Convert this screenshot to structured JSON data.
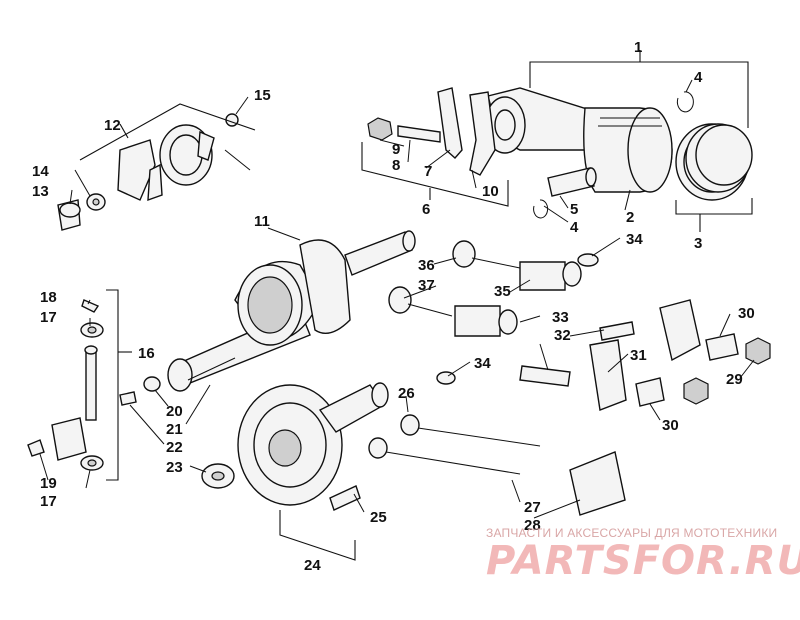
{
  "callouts": [
    {
      "id": "c1",
      "text": "1"
    },
    {
      "id": "c2",
      "text": "2"
    },
    {
      "id": "c3",
      "text": "3"
    },
    {
      "id": "c4a",
      "text": "4"
    },
    {
      "id": "c4b",
      "text": "4"
    },
    {
      "id": "c5",
      "text": "5"
    },
    {
      "id": "c6",
      "text": "6"
    },
    {
      "id": "c7",
      "text": "7"
    },
    {
      "id": "c8",
      "text": "8"
    },
    {
      "id": "c9",
      "text": "9"
    },
    {
      "id": "c10",
      "text": "10"
    },
    {
      "id": "c11",
      "text": "11"
    },
    {
      "id": "c12",
      "text": "12"
    },
    {
      "id": "c13",
      "text": "13"
    },
    {
      "id": "c14",
      "text": "14"
    },
    {
      "id": "c15",
      "text": "15"
    },
    {
      "id": "c16",
      "text": "16"
    },
    {
      "id": "c17a",
      "text": "17"
    },
    {
      "id": "c17b",
      "text": "17"
    },
    {
      "id": "c18",
      "text": "18"
    },
    {
      "id": "c19",
      "text": "19"
    },
    {
      "id": "c20",
      "text": "20"
    },
    {
      "id": "c21",
      "text": "21"
    },
    {
      "id": "c22",
      "text": "22"
    },
    {
      "id": "c23",
      "text": "23"
    },
    {
      "id": "c24",
      "text": "24"
    },
    {
      "id": "c25",
      "text": "25"
    },
    {
      "id": "c26",
      "text": "26"
    },
    {
      "id": "c27",
      "text": "27"
    },
    {
      "id": "c28",
      "text": "28"
    },
    {
      "id": "c29",
      "text": "29"
    },
    {
      "id": "c30a",
      "text": "30"
    },
    {
      "id": "c30b",
      "text": "30"
    },
    {
      "id": "c31",
      "text": "31"
    },
    {
      "id": "c32",
      "text": "32"
    },
    {
      "id": "c33",
      "text": "33"
    },
    {
      "id": "c34a",
      "text": "34"
    },
    {
      "id": "c34b",
      "text": "34"
    },
    {
      "id": "c35",
      "text": "35"
    },
    {
      "id": "c36",
      "text": "36"
    },
    {
      "id": "c37",
      "text": "37"
    }
  ],
  "watermark": {
    "caption": "ЗАПЧАСТИ И АКСЕССУАРЫ ДЛЯ МОТОТЕХНИКИ",
    "logo": "PARTSFOR.RU"
  }
}
